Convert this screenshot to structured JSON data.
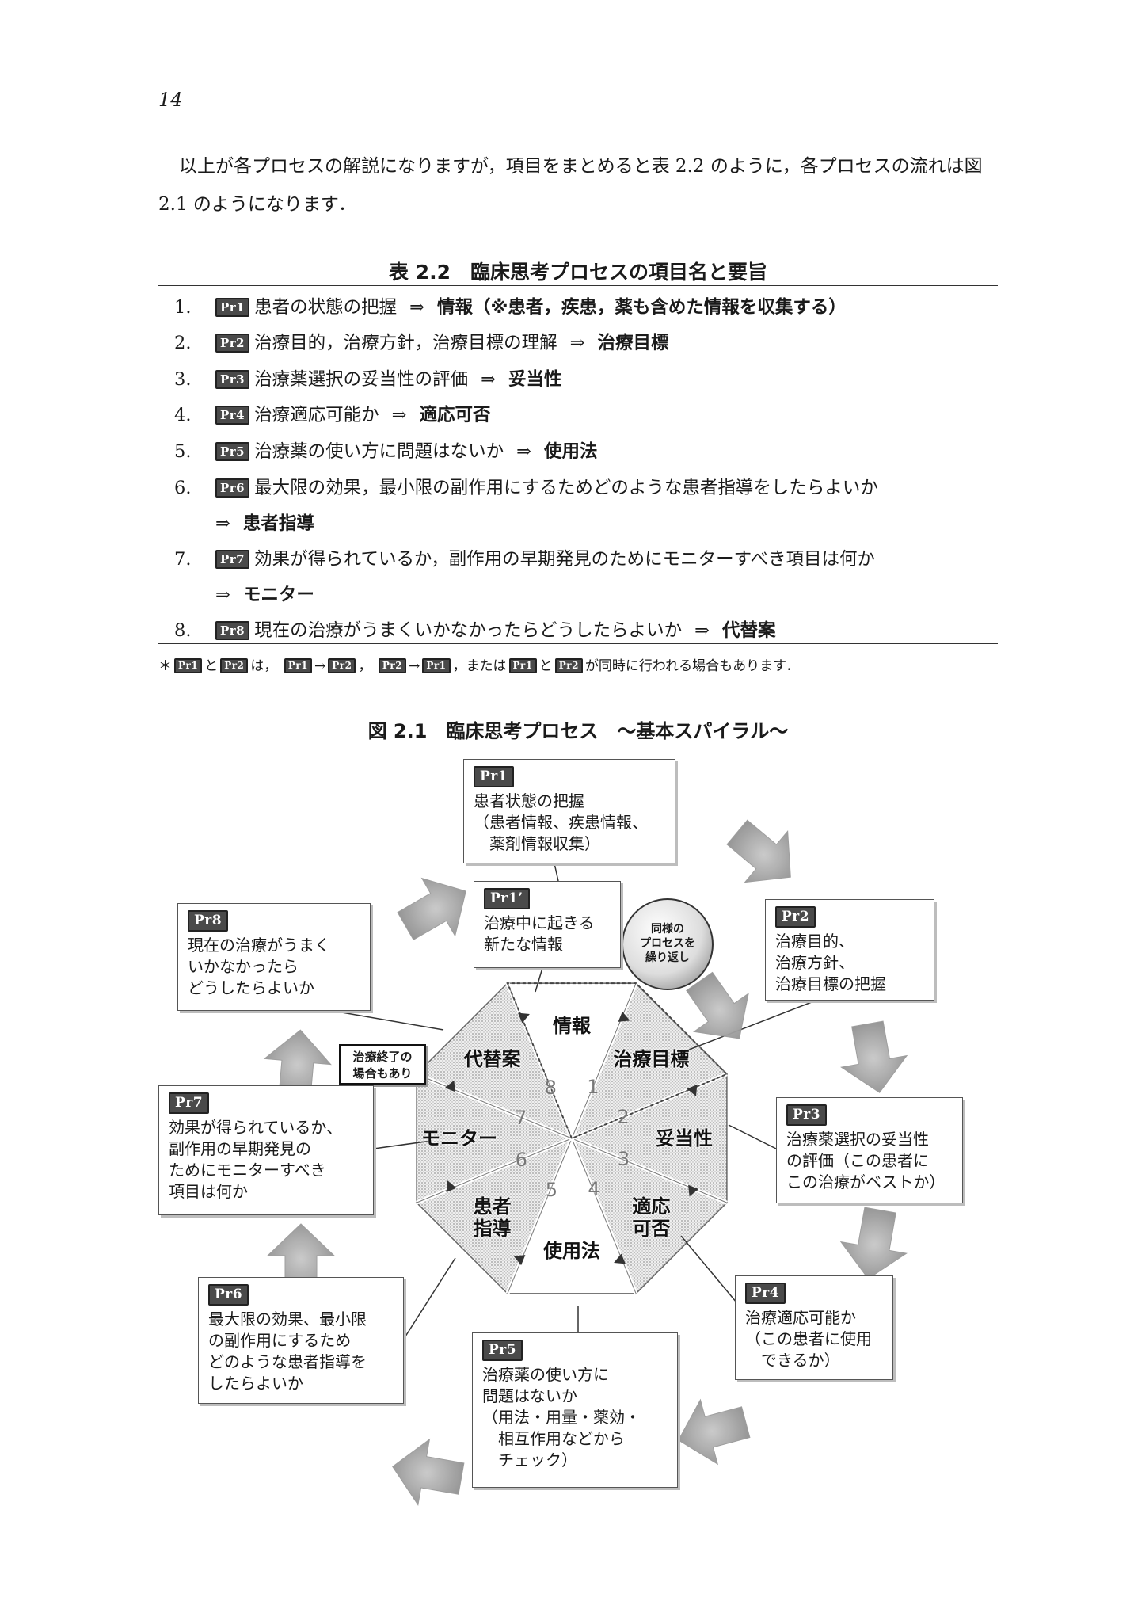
{
  "page_number": "14",
  "intro_text": "以上が各プロセスの解説になりますが，項目をまとめると表 2.2 のように，各プロセスの流れは図 2.1 のようになります．",
  "table": {
    "title": "表 2.2　臨床思考プロセスの項目名と要旨",
    "arrow": "⇒",
    "rows": [
      {
        "num": "1.",
        "badge": "Pr1",
        "text": "患者の状態の把握",
        "key": "情報（※患者，疾患，薬も含めた情報を収集する）"
      },
      {
        "num": "2.",
        "badge": "Pr2",
        "text": "治療目的，治療方針，治療目標の理解",
        "key": "治療目標"
      },
      {
        "num": "3.",
        "badge": "Pr3",
        "text": "治療薬選択の妥当性の評価",
        "key": "妥当性"
      },
      {
        "num": "4.",
        "badge": "Pr4",
        "text": "治療適応可能か",
        "key": "適応可否"
      },
      {
        "num": "5.",
        "badge": "Pr5",
        "text": "治療薬の使い方に問題はないか",
        "key": "使用法"
      },
      {
        "num": "6.",
        "badge": "Pr6",
        "text": "最大限の効果，最小限の副作用にするためどのような患者指導をしたらよいか",
        "key": "患者指導"
      },
      {
        "num": "7.",
        "badge": "Pr7",
        "text": "効果が得られているか，副作用の早期発見のためにモニターすべき項目は何か",
        "key": "モニター"
      },
      {
        "num": "8.",
        "badge": "Pr8",
        "text": "現在の治療がうまくいかなかったらどうしたらよいか",
        "key": "代替案"
      }
    ],
    "note": {
      "star": "＊",
      "b1": "Pr1",
      "t1": "と",
      "b2": "Pr2",
      "t2": "は，",
      "b3": "Pr1",
      "arr1": "→",
      "b4": "Pr2",
      "t3": "，",
      "b5": "Pr2",
      "arr2": "→",
      "b6": "Pr1",
      "t4": "，または",
      "b7": "Pr1",
      "t5": "と",
      "b8": "Pr2",
      "t6": "が同時に行われる場合もあります．"
    }
  },
  "figure": {
    "title": "図 2.1　臨床思考プロセス　〜基本スパイラル〜",
    "segments": [
      "情報",
      "治療目標",
      "妥当性",
      "適応\n可否",
      "使用法",
      "患者\n指導",
      "モニター",
      "代替案"
    ],
    "segment_numbers": [
      "1",
      "2",
      "3",
      "4",
      "5",
      "6",
      "7",
      "8"
    ],
    "repeat_badge": [
      "同様の",
      "プロセスを",
      "繰り返し"
    ],
    "end_label": [
      "治療終了の",
      "場合もあり"
    ],
    "boxes": [
      {
        "id": "pr1",
        "badge": "Pr1",
        "lines": [
          "患者状態の把握",
          "（患者情報、疾患情報、",
          "　薬剤情報収集）"
        ]
      },
      {
        "id": "pr1p",
        "badge": "Pr1’",
        "lines": [
          "治療中に起きる",
          "新たな情報"
        ]
      },
      {
        "id": "pr2",
        "badge": "Pr2",
        "lines": [
          "治療目的、",
          "治療方針、",
          "治療目標の把握"
        ]
      },
      {
        "id": "pr3",
        "badge": "Pr3",
        "lines": [
          "治療薬選択の妥当性",
          "の評価（この患者に",
          "この治療がベストか）"
        ]
      },
      {
        "id": "pr4",
        "badge": "Pr4",
        "lines": [
          "治療適応可能か",
          "（この患者に使用",
          "　できるか）"
        ]
      },
      {
        "id": "pr5",
        "badge": "Pr5",
        "lines": [
          "治療薬の使い方に",
          "問題はないか",
          "（用法・用量・薬効・",
          "　相互作用などから",
          "　チェック）"
        ]
      },
      {
        "id": "pr6",
        "badge": "Pr6",
        "lines": [
          "最大限の効果、最小限",
          "の副作用にするため",
          "どのような患者指導を",
          "したらよいか"
        ]
      },
      {
        "id": "pr7",
        "badge": "Pr7",
        "lines": [
          "効果が得られているか、",
          "副作用の早期発見の",
          "ためにモニターすべき",
          "項目は何か"
        ]
      },
      {
        "id": "pr8",
        "badge": "Pr8",
        "lines": [
          "現在の治療がうまく",
          "いかなかったら",
          "どうしたらよいか"
        ]
      }
    ]
  }
}
